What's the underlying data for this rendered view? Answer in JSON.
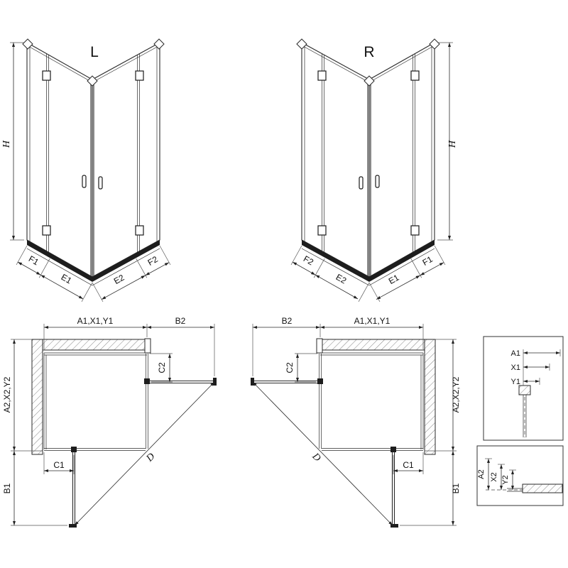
{
  "colors": {
    "line": "#2a2a2a",
    "background": "#ffffff"
  },
  "diagram": {
    "iso_left": {
      "view_label": "L",
      "height_label": "H",
      "bottom_left_dims": [
        "F1",
        "E1"
      ],
      "bottom_right_dims": [
        "E2",
        "F2"
      ]
    },
    "iso_right": {
      "view_label": "R",
      "height_label": "H",
      "bottom_left_dims": [
        "F2",
        "E2"
      ],
      "bottom_right_dims": [
        "E1",
        "F1"
      ]
    },
    "plan_left": {
      "top_width_label": "A1,X1,Y1",
      "door_top_label": "B2",
      "fixed_right_label": "C2",
      "side_depth_label": "A2,X2,Y2",
      "fixed_bottom_label": "C1",
      "door_side_label": "B1",
      "diagonal_label": "D"
    },
    "plan_right": {
      "top_width_label": "A1,X1,Y1",
      "door_top_label": "B2",
      "fixed_right_label": "C2",
      "side_depth_label": "A2,X2,Y2",
      "fixed_bottom_label": "C1",
      "door_side_label": "B1",
      "diagonal_label": "D"
    },
    "detail_top": {
      "dims": [
        "A1",
        "X1",
        "Y1"
      ]
    },
    "detail_bottom": {
      "dims": [
        "A2",
        "X2",
        "Y2"
      ]
    }
  }
}
